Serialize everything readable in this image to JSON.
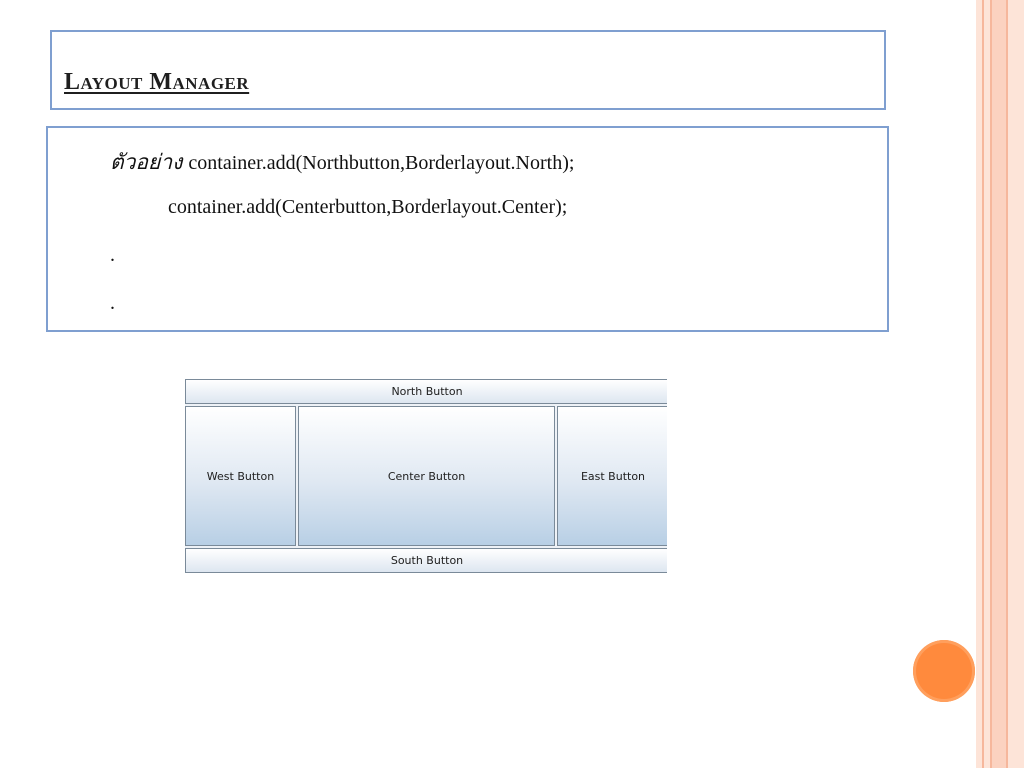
{
  "slide": {
    "title": "Layout Manager",
    "code_lines": {
      "example_label": "ตัวอย่าง",
      "line1": "container.add(Northbutton,Borderlayout.North);",
      "line2": "container.add(Centerbutton,Borderlayout.Center);",
      "line3": ".",
      "line4": "."
    }
  },
  "demo_window": {
    "north_button": "North Button",
    "west_button": "West Button",
    "center_button": "Center Button",
    "east_button": "East Button",
    "south_button": "South Button"
  },
  "colors": {
    "box_border": "#7f9fd0",
    "accent_dot": "#ff8a3d",
    "stripe": "#fbd2c0"
  }
}
